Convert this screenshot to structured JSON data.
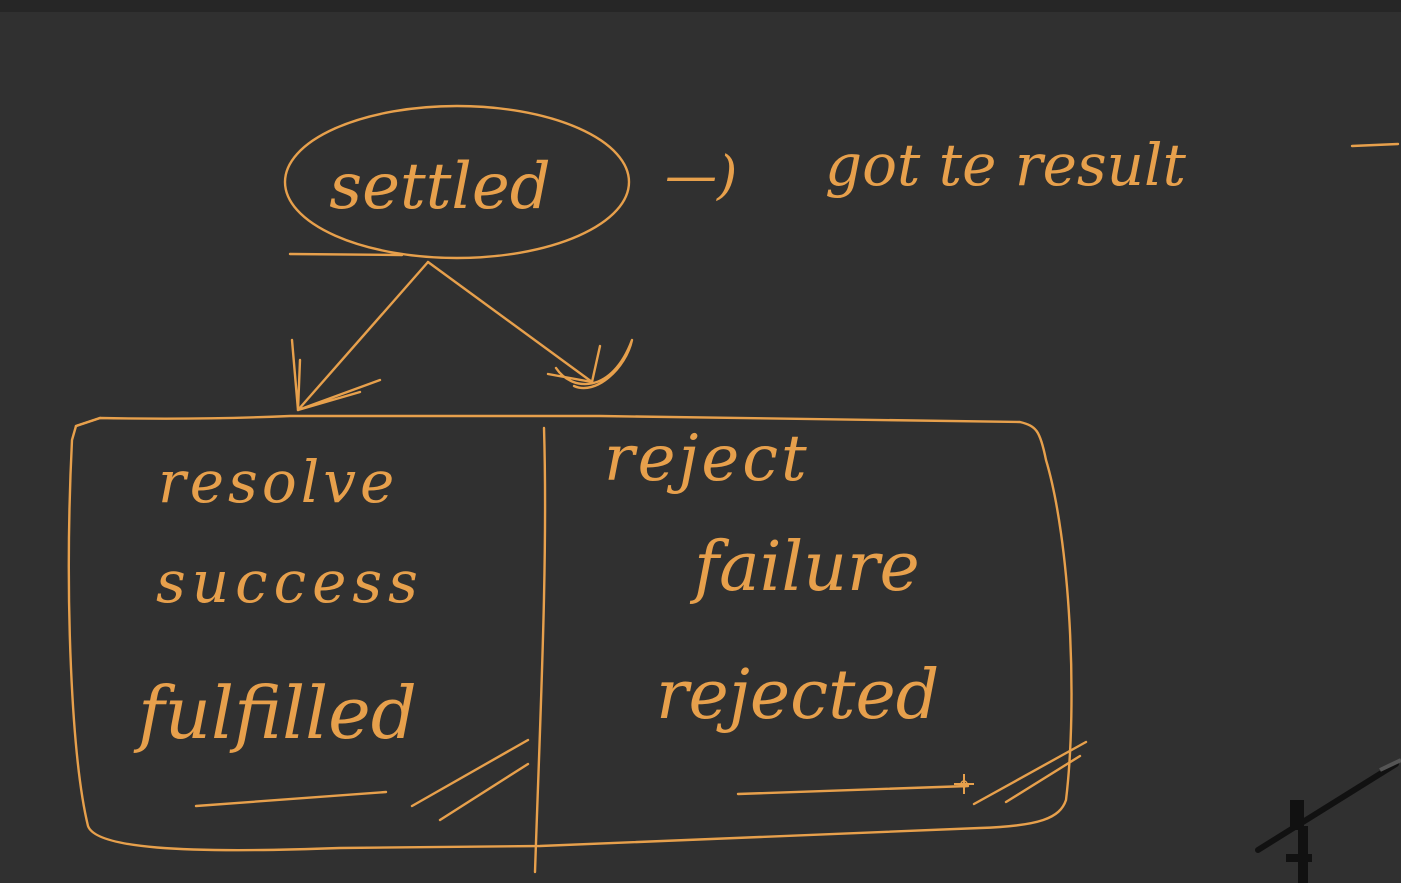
{
  "diagram": {
    "ink_color": "#e7a04c",
    "background_color": "#303030",
    "root": {
      "label": "settled"
    },
    "root_note": {
      "arrow": "—)",
      "text": "got te result"
    },
    "left_box": {
      "lines": [
        "resolve",
        "success",
        "fulfilled"
      ]
    },
    "right_box": {
      "lines": [
        "reject",
        "failure",
        "rejected"
      ]
    }
  }
}
